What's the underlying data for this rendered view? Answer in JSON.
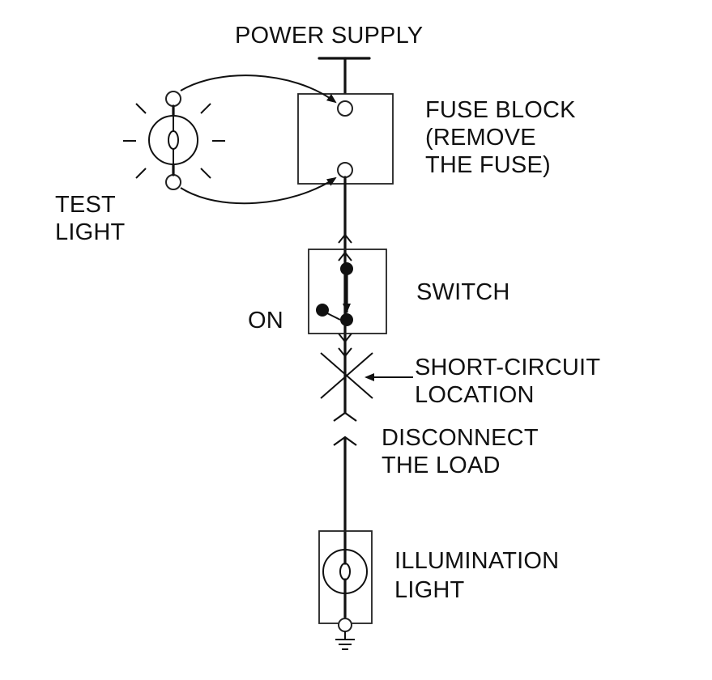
{
  "labels": {
    "power_supply": "POWER SUPPLY",
    "fuse_block_1": "FUSE BLOCK",
    "fuse_block_2": "(REMOVE",
    "fuse_block_3": "THE FUSE)",
    "test_light_1": "TEST",
    "test_light_2": "LIGHT",
    "switch": "SWITCH",
    "on": "ON",
    "short_circuit_1": "SHORT-CIRCUIT",
    "short_circuit_2": "LOCATION",
    "disconnect_1": "DISCONNECT",
    "disconnect_2": "THE LOAD",
    "illumination_1": "ILLUMINATION",
    "illumination_2": "LIGHT"
  },
  "icons": {
    "test_light": "lamp-icon",
    "illumination_light": "lamp-icon",
    "ground": "ground-icon",
    "short_circuit": "cross-mark-icon"
  }
}
